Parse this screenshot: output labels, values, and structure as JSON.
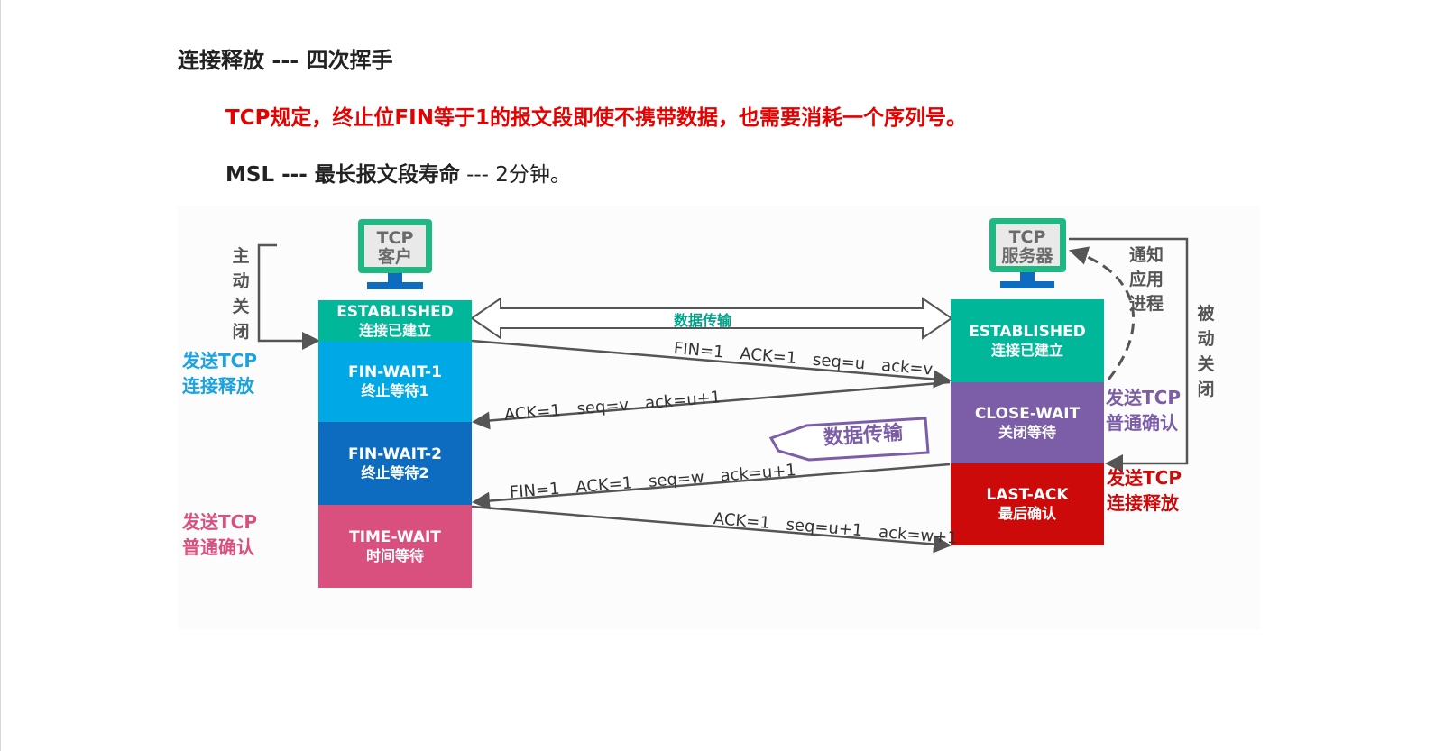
{
  "heading": "连接释放 --- 四次挥手",
  "rule1": "TCP规定，终止位FIN等于1的报文段即使不携带数据，也需要消耗一个序列号。",
  "rule2": {
    "bold": "MSL --- 最长报文段寿命",
    "normal": " --- 2分钟。"
  },
  "diagram": {
    "client": {
      "line1": "TCP",
      "line2": "客户"
    },
    "server": {
      "line1": "TCP",
      "line2": "服务器"
    },
    "client_states": [
      {
        "en": "ESTABLISHED",
        "zh": "连接已建立",
        "color": "#00b899"
      },
      {
        "en": "FIN-WAIT-1",
        "zh": "终止等待1",
        "color": "#00a8e6"
      },
      {
        "en": "FIN-WAIT-2",
        "zh": "终止等待2",
        "color": "#0e6cc0"
      },
      {
        "en": "TIME-WAIT",
        "zh": "时间等待",
        "color": "#d9507e"
      }
    ],
    "server_states": [
      {
        "en": "ESTABLISHED",
        "zh": "连接已建立",
        "color": "#00b899"
      },
      {
        "en": "CLOSE-WAIT",
        "zh": "关闭等待",
        "color": "#7b5ea7"
      },
      {
        "en": "LAST-ACK",
        "zh": "最后确认",
        "color": "#cc0a0a"
      }
    ],
    "active_close": "主动关闭",
    "passive_close": "被动关闭",
    "notify_app": "通知应用进程",
    "client_send_release": "发送TCP连接释放",
    "client_send_ack": "发送TCP普通确认",
    "server_send_ack": "发送TCP普通确认",
    "server_send_release": "发送TCP连接释放",
    "data_transfer_top": "数据传输",
    "data_transfer_mid": "数据传输",
    "messages": {
      "m1": [
        "FIN=1",
        "ACK=1",
        "seq=u",
        "ack=v"
      ],
      "m2": [
        "ACK=1",
        "seq=v",
        "ack=u+1"
      ],
      "m3": [
        "FIN=1",
        "ACK=1",
        "seq=w",
        "ack=u+1"
      ],
      "m4": [
        "ACK=1",
        "seq=u+1",
        "ack=w+1"
      ]
    },
    "colors": {
      "client_label_blue": "#1aa3e0",
      "client_label_pink": "#d9507e",
      "server_label_purple": "#7b5ea7",
      "server_label_red": "#cc0a0a",
      "monitor_green": "#1fb883",
      "monitor_base": "#0e6cc0"
    }
  }
}
